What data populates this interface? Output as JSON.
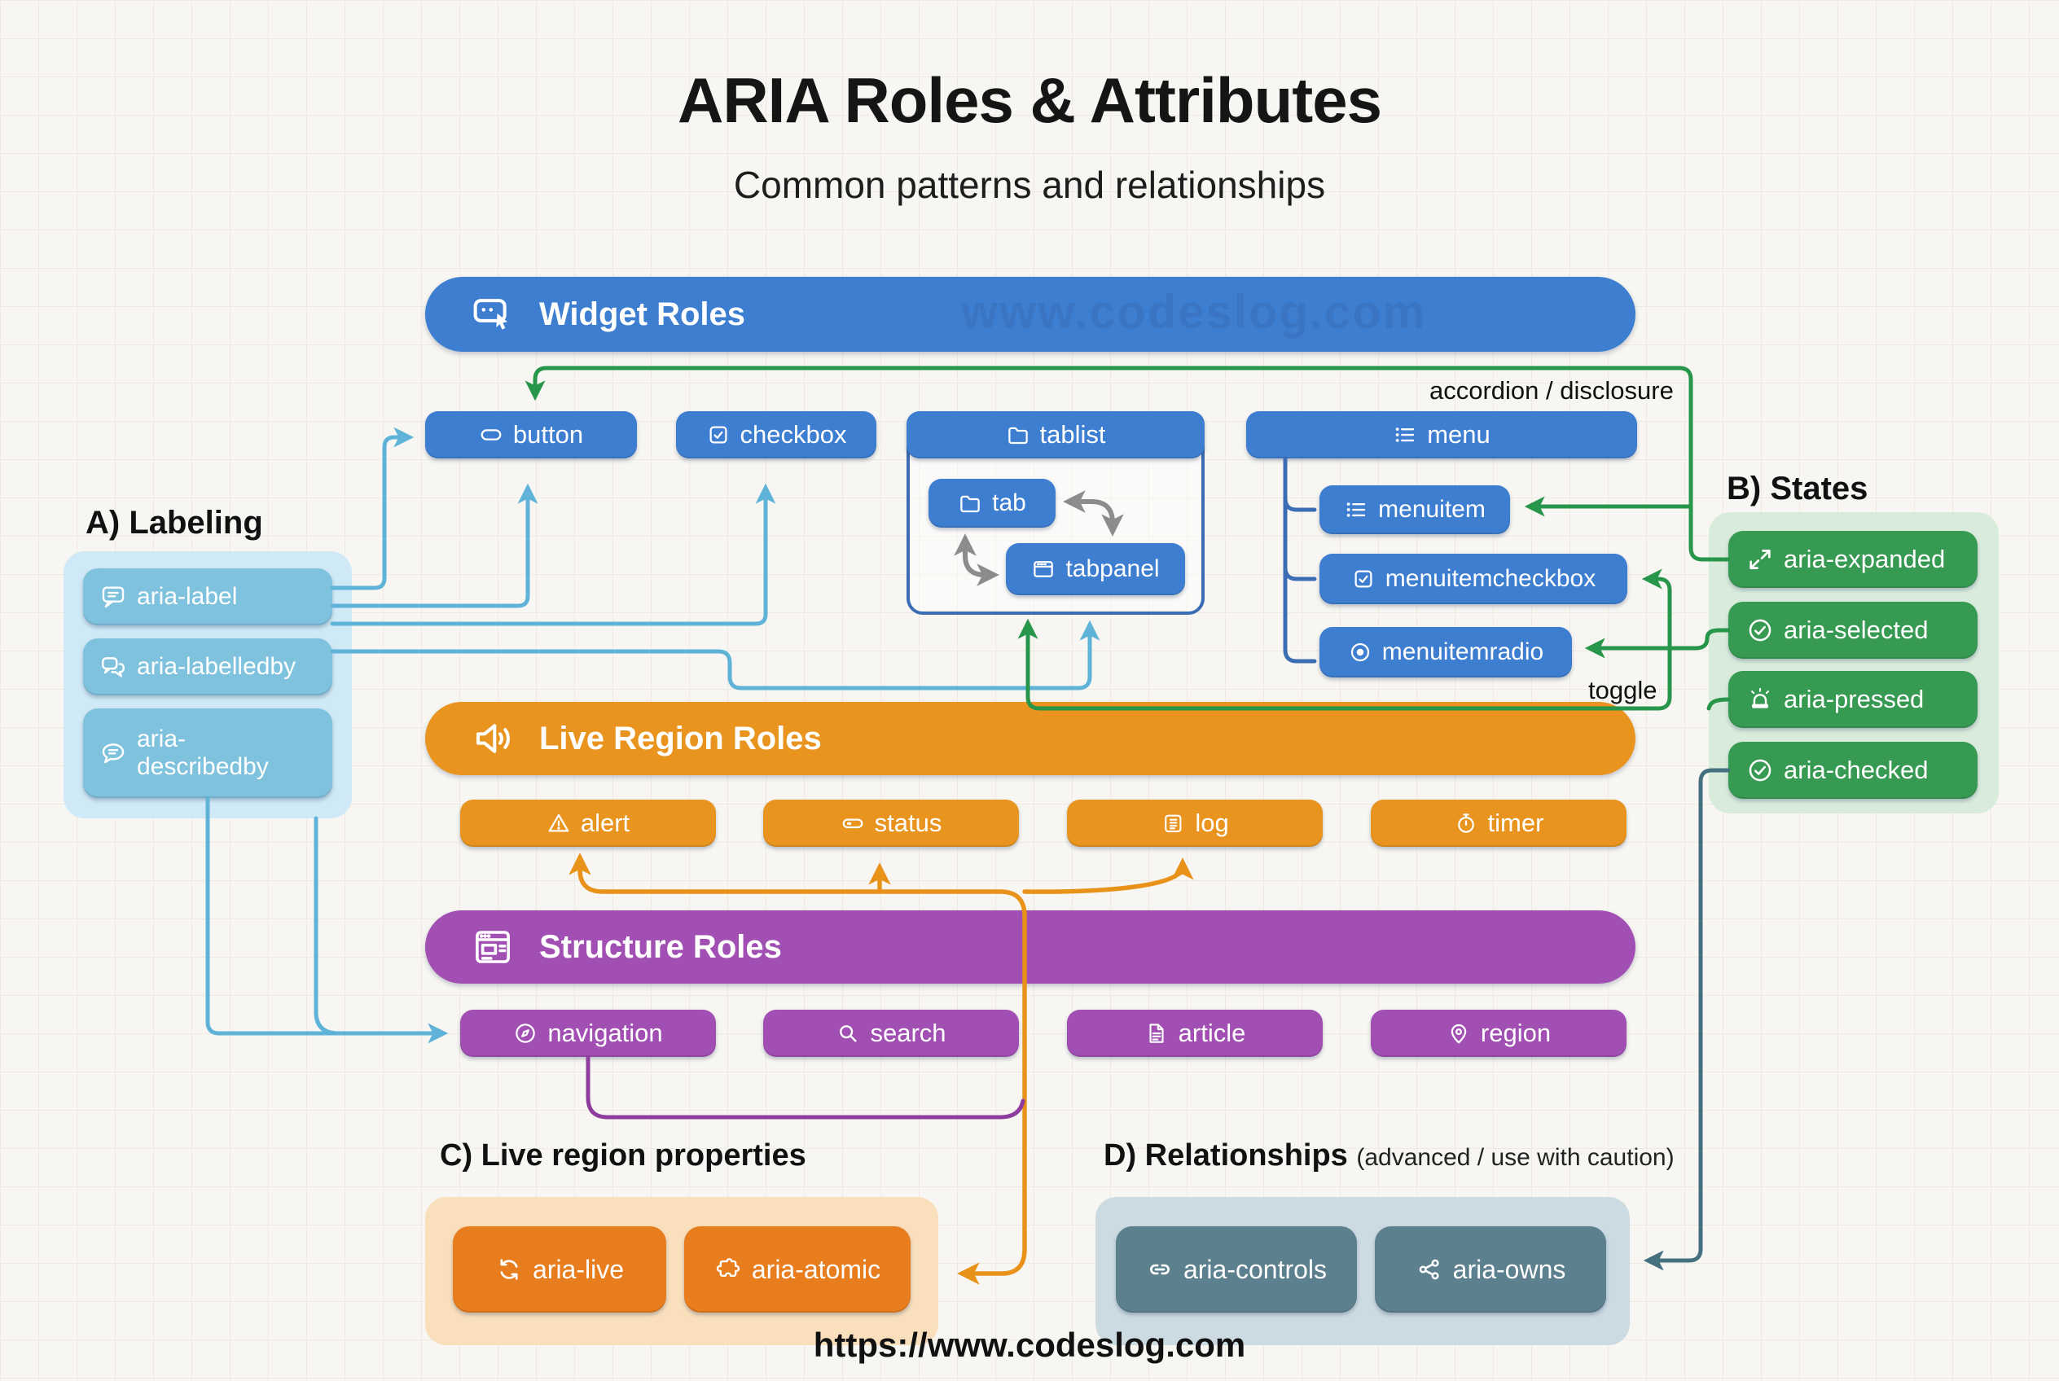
{
  "title": "ARIA Roles & Attributes",
  "subtitle": "Common patterns and relationships",
  "watermark": "www.codeslog.com",
  "footer": {
    "url": "https://www.codeslog.com"
  },
  "annotations": {
    "accordion": "accordion / disclosure",
    "toggle": "toggle"
  },
  "widget": {
    "title": "Widget Roles",
    "icon": "widget-roles-icon",
    "chips": {
      "button": {
        "label": "button",
        "icon": "button-icon"
      },
      "checkbox": {
        "label": "checkbox",
        "icon": "checkbox-icon"
      },
      "tablist": {
        "label": "tablist",
        "icon": "folder-icon"
      },
      "tab": {
        "label": "tab",
        "icon": "folder-icon"
      },
      "tabpanel": {
        "label": "tabpanel",
        "icon": "window-icon"
      },
      "menu": {
        "label": "menu",
        "icon": "list-icon"
      },
      "menuitem": {
        "label": "menuitem",
        "icon": "list-icon"
      },
      "menuitemcheckbox": {
        "label": "menuitemcheckbox",
        "icon": "checkbox-icon"
      },
      "menuitemradio": {
        "label": "menuitemradio",
        "icon": "radio-icon"
      }
    }
  },
  "labeling": {
    "heading": "A) Labeling",
    "items": {
      "label": {
        "label": "aria-label",
        "icon": "speech-bubble-icon"
      },
      "labelledby": {
        "label": "aria-labelledby",
        "icon": "speech-bubbles-icon"
      },
      "describedby": {
        "label": "aria-describedby",
        "icon": "speech-bubble-lines-icon"
      }
    }
  },
  "states": {
    "heading": "B) States",
    "items": {
      "expanded": {
        "label": "aria-expanded",
        "icon": "expand-arrows-icon"
      },
      "selected": {
        "label": "aria-selected",
        "icon": "check-circle-icon"
      },
      "pressed": {
        "label": "aria-pressed",
        "icon": "siren-icon"
      },
      "checked": {
        "label": "aria-checked",
        "icon": "check-circle-icon"
      }
    }
  },
  "live": {
    "title": "Live Region Roles",
    "icon": "speaker-icon",
    "chips": {
      "alert": {
        "label": "alert",
        "icon": "warning-triangle-icon"
      },
      "status": {
        "label": "status",
        "icon": "status-pill-icon"
      },
      "log": {
        "label": "log",
        "icon": "scroll-icon"
      },
      "timer": {
        "label": "timer",
        "icon": "stopwatch-icon"
      }
    }
  },
  "structure": {
    "title": "Structure Roles",
    "icon": "browser-layout-icon",
    "chips": {
      "navigation": {
        "label": "navigation",
        "icon": "compass-icon"
      },
      "search": {
        "label": "search",
        "icon": "magnifier-icon"
      },
      "article": {
        "label": "article",
        "icon": "document-icon"
      },
      "region": {
        "label": "region",
        "icon": "map-pin-icon"
      }
    }
  },
  "live_props": {
    "heading": "C) Live region properties",
    "items": {
      "live": {
        "label": "aria-live",
        "icon": "refresh-icon"
      },
      "atomic": {
        "label": "aria-atomic",
        "icon": "puzzle-icon"
      }
    }
  },
  "relationships": {
    "heading": "D) Relationships",
    "heading_note": "(advanced / use with caution)",
    "items": {
      "controls": {
        "label": "aria-controls",
        "icon": "link-icon"
      },
      "owns": {
        "label": "aria-owns",
        "icon": "share-icon"
      }
    }
  },
  "colors": {
    "widget_blue": "#3d7ed0",
    "live_orange": "#e8941f",
    "structure_purple": "#a24fb3",
    "labeling_fill": "#7fc2de",
    "states_green": "#379a52",
    "props_orange": "#e87d1e",
    "relationships_slate": "#5d808f",
    "line_lightblue": "#5fb3d9",
    "line_green": "#27954a",
    "line_orange": "#e8921a",
    "line_purple": "#8e3d9e",
    "line_teal": "#44707f",
    "line_gray": "#8c8c8c"
  }
}
